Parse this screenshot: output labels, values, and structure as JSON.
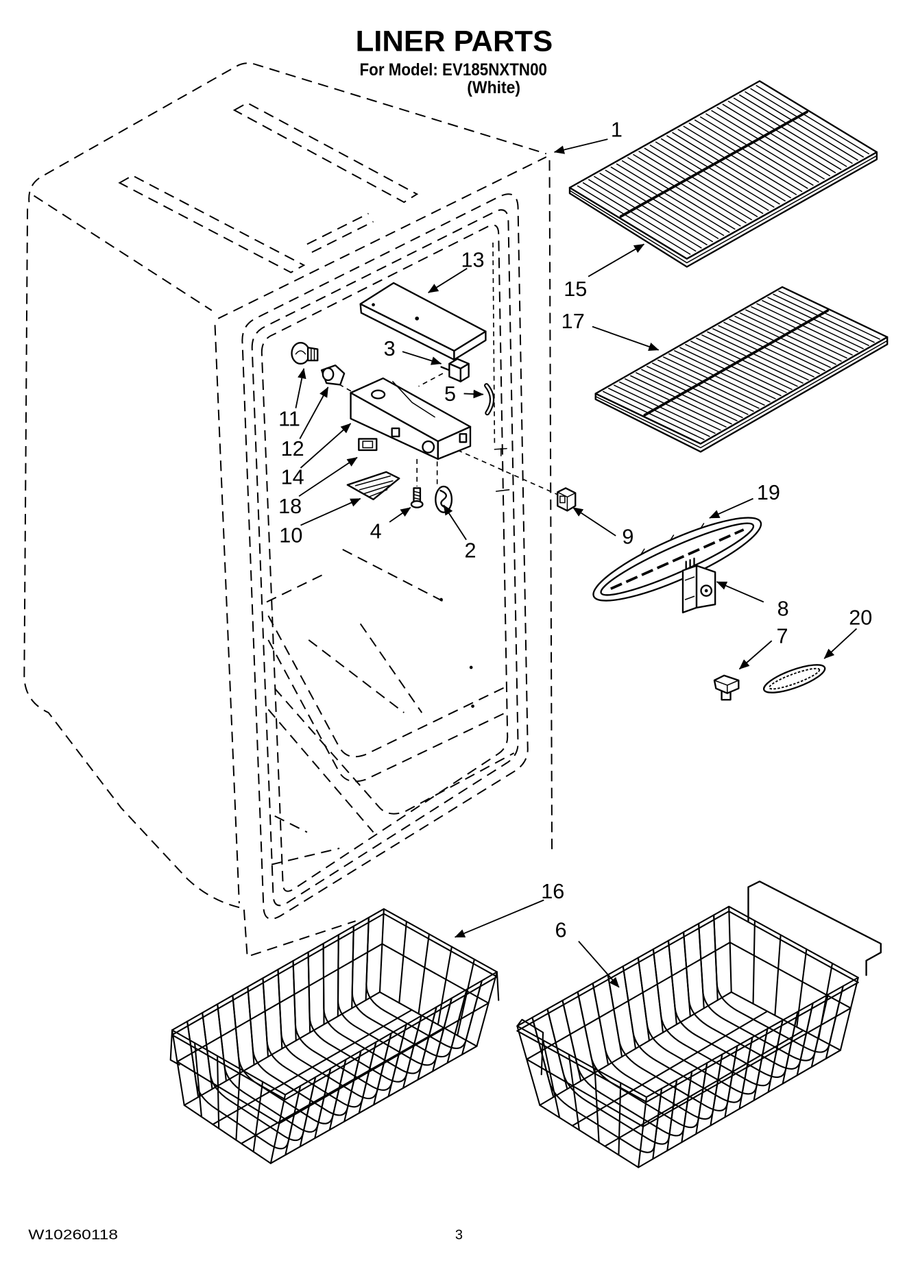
{
  "header": {
    "title": "LINER PARTS",
    "model_line": "For Model: EV185NXTN00",
    "color_variant": "(White)"
  },
  "callouts": {
    "1": "1",
    "2": "2",
    "3": "3",
    "4": "4",
    "5": "5",
    "6": "6",
    "7": "7",
    "8": "8",
    "9": "9",
    "10": "10",
    "11": "11",
    "12": "12",
    "13": "13",
    "14": "14",
    "15": "15",
    "16": "16",
    "17": "17",
    "18": "18",
    "19": "19",
    "20": "20"
  },
  "footer": {
    "document_number": "W10260118",
    "page_number": "3"
  }
}
